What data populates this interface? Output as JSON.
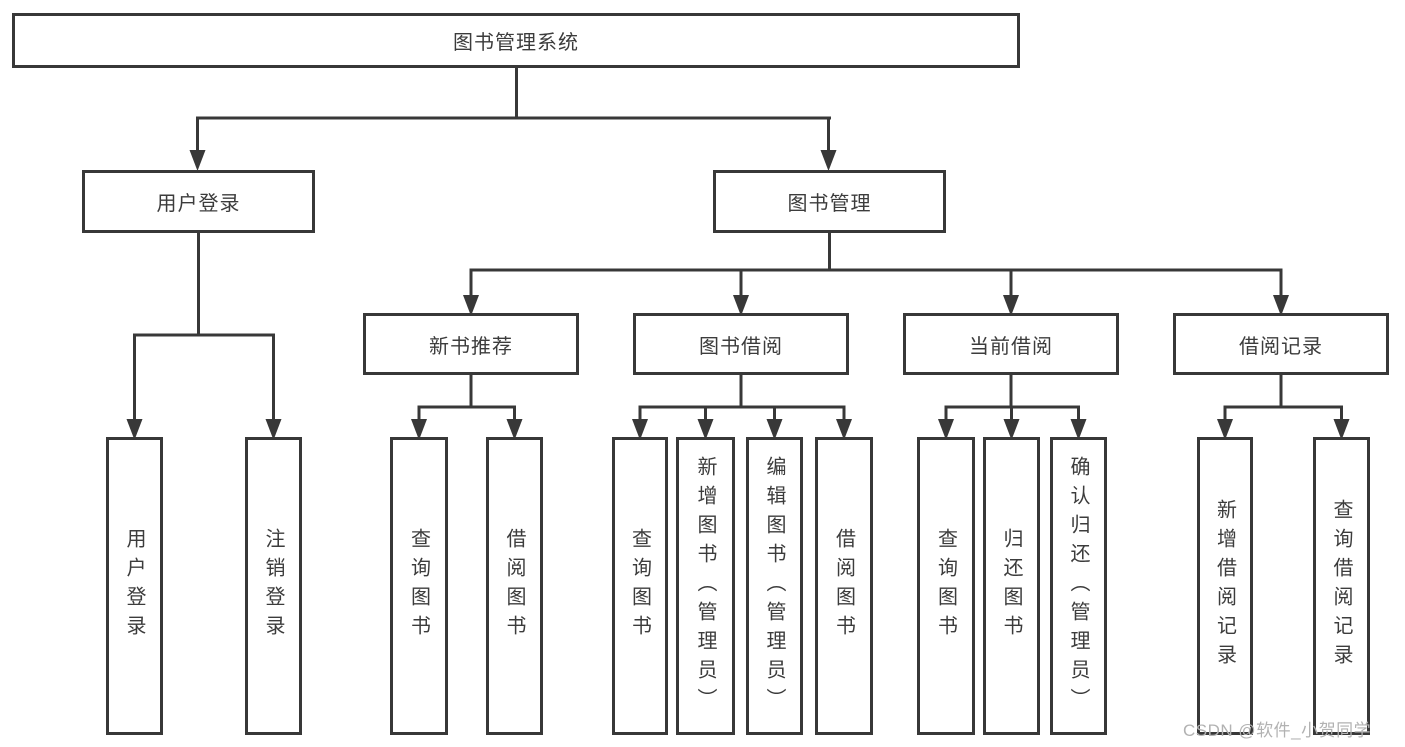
{
  "nodes": {
    "root": {
      "label": "图书管理系统"
    },
    "user_login": {
      "label": "用户登录"
    },
    "book_mgmt": {
      "label": "图书管理"
    },
    "new_book_rec": {
      "label": "新书推荐"
    },
    "book_borrow": {
      "label": "图书借阅"
    },
    "current_borrow": {
      "label": "当前借阅"
    },
    "borrow_records": {
      "label": "借阅记录"
    },
    "leaf_user_login": {
      "label": "用户登录"
    },
    "leaf_logout": {
      "label": "注销登录"
    },
    "leaf_nb_query_book": {
      "label": "查询图书"
    },
    "leaf_nb_borrow_book": {
      "label": "借阅图书"
    },
    "leaf_bb_query_book": {
      "label": "查询图书"
    },
    "leaf_bb_add_book": {
      "label": "新增图书（管理员）"
    },
    "leaf_bb_edit_book": {
      "label": "编辑图书（管理员）"
    },
    "leaf_bb_borrow_book": {
      "label": "借阅图书"
    },
    "leaf_cb_query_book": {
      "label": "查询图书"
    },
    "leaf_cb_return_book": {
      "label": "归还图书"
    },
    "leaf_cb_confirm_return": {
      "label": "确认归还（管理员）"
    },
    "leaf_br_add_record": {
      "label": "新增借阅记录"
    },
    "leaf_br_query_record": {
      "label": "查询借阅记录"
    }
  },
  "watermark": {
    "text": "CSDN @软件_小贺同学"
  },
  "colors": {
    "line": "#383838",
    "text": "#3c3c3c",
    "background": "#ffffff",
    "watermark": "#b2b2b2"
  }
}
